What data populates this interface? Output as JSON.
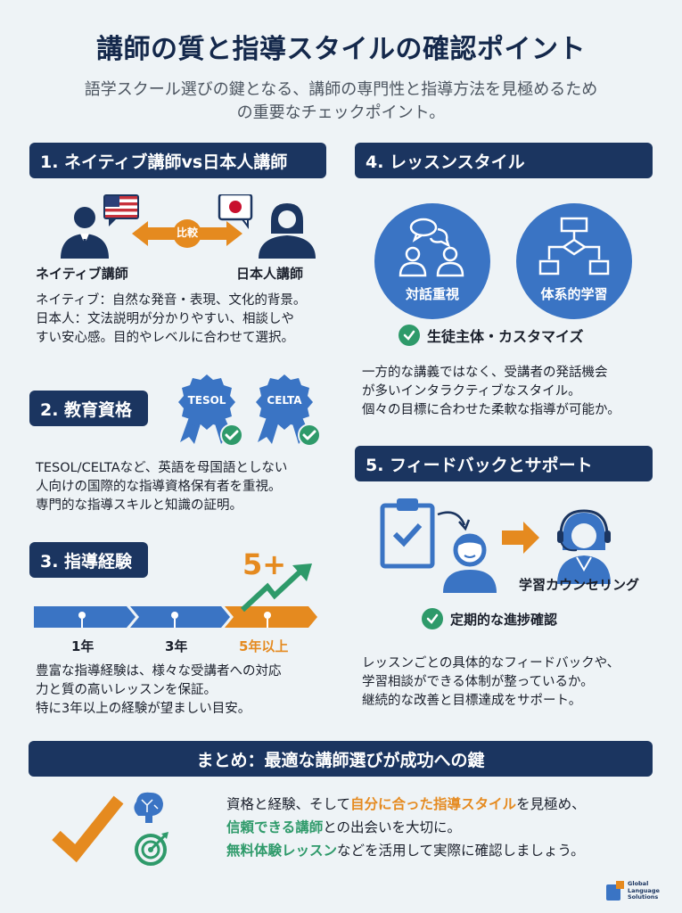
{
  "header": {
    "title": "講師の質と指導スタイルの確認ポイント",
    "subtitle_line1": "語学スクール選びの鍵となる、講師の専門性と指導方法を見極めるため",
    "subtitle_line2": "の重要なチェックポイント。"
  },
  "section1": {
    "heading": "1. ネイティブ講師vs日本人講師",
    "left_label": "ネイティブ講師",
    "right_label": "日本人講師",
    "compare_label": "比較",
    "text": [
      "ネイティブ：自然な発音・表現、文化的背景。",
      "日本人：文法説明が分かりやすい、相談しや",
      "すい安心感。目的やレベルに合わせて選択。"
    ]
  },
  "section2": {
    "heading": "2. 教育資格",
    "badges": [
      "TESOL",
      "CELTA"
    ],
    "text": [
      "TESOL/CELTAなど、英語を母国語としない",
      "人向けの国際的な指導資格保有者を重視。",
      "専門的な指導スキルと知識の証明。"
    ]
  },
  "section3": {
    "heading": "3. 指導経験",
    "big_label": "5+",
    "timeline": [
      "1年",
      "3年",
      "5年以上"
    ],
    "text": [
      "豊富な指導経験は、様々な受講者への対応",
      "力と質の高いレッスンを保証。",
      "特に3年以上の経験が望ましい目安。"
    ]
  },
  "section4": {
    "heading": "4. レッスンスタイル",
    "circles": [
      "対話重視",
      "体系的学習"
    ],
    "check_label": "生徒主体・カスタマイズ",
    "text": [
      "一方的な講義ではなく、受講者の発話機会",
      "が多いインタラクティブなスタイル。",
      "個々の目標に合わせた柔軟な指導が可能か。"
    ]
  },
  "section5": {
    "heading": "5. フィードバックとサポート",
    "counsel_label": "学習カウンセリング",
    "check_label": "定期的な進捗確認",
    "text": [
      "レッスンごとの具体的なフィードバックや、",
      "学習相談ができる体制が整っているか。",
      "継続的な改善と目標達成をサポート。"
    ]
  },
  "summary": {
    "heading": "まとめ：最適な講師選びが成功への鍵",
    "line1_a": "資格と経験、そして",
    "line1_hl": "自分に合った指導スタイル",
    "line1_b": "を見極め、",
    "line2_hl": "信頼できる講師",
    "line2_b": "との出会いを大切に。",
    "line3_hl": "無料体験レッスン",
    "line3_b": "などを活用して実際に確認しましょう。"
  },
  "logo": {
    "line1": "Global",
    "line2": "Language",
    "line3": "Solutions"
  },
  "colors": {
    "navy": "#1b3560",
    "blue": "#3a74c4",
    "orange": "#e58a1f",
    "green": "#2e9a6a"
  }
}
